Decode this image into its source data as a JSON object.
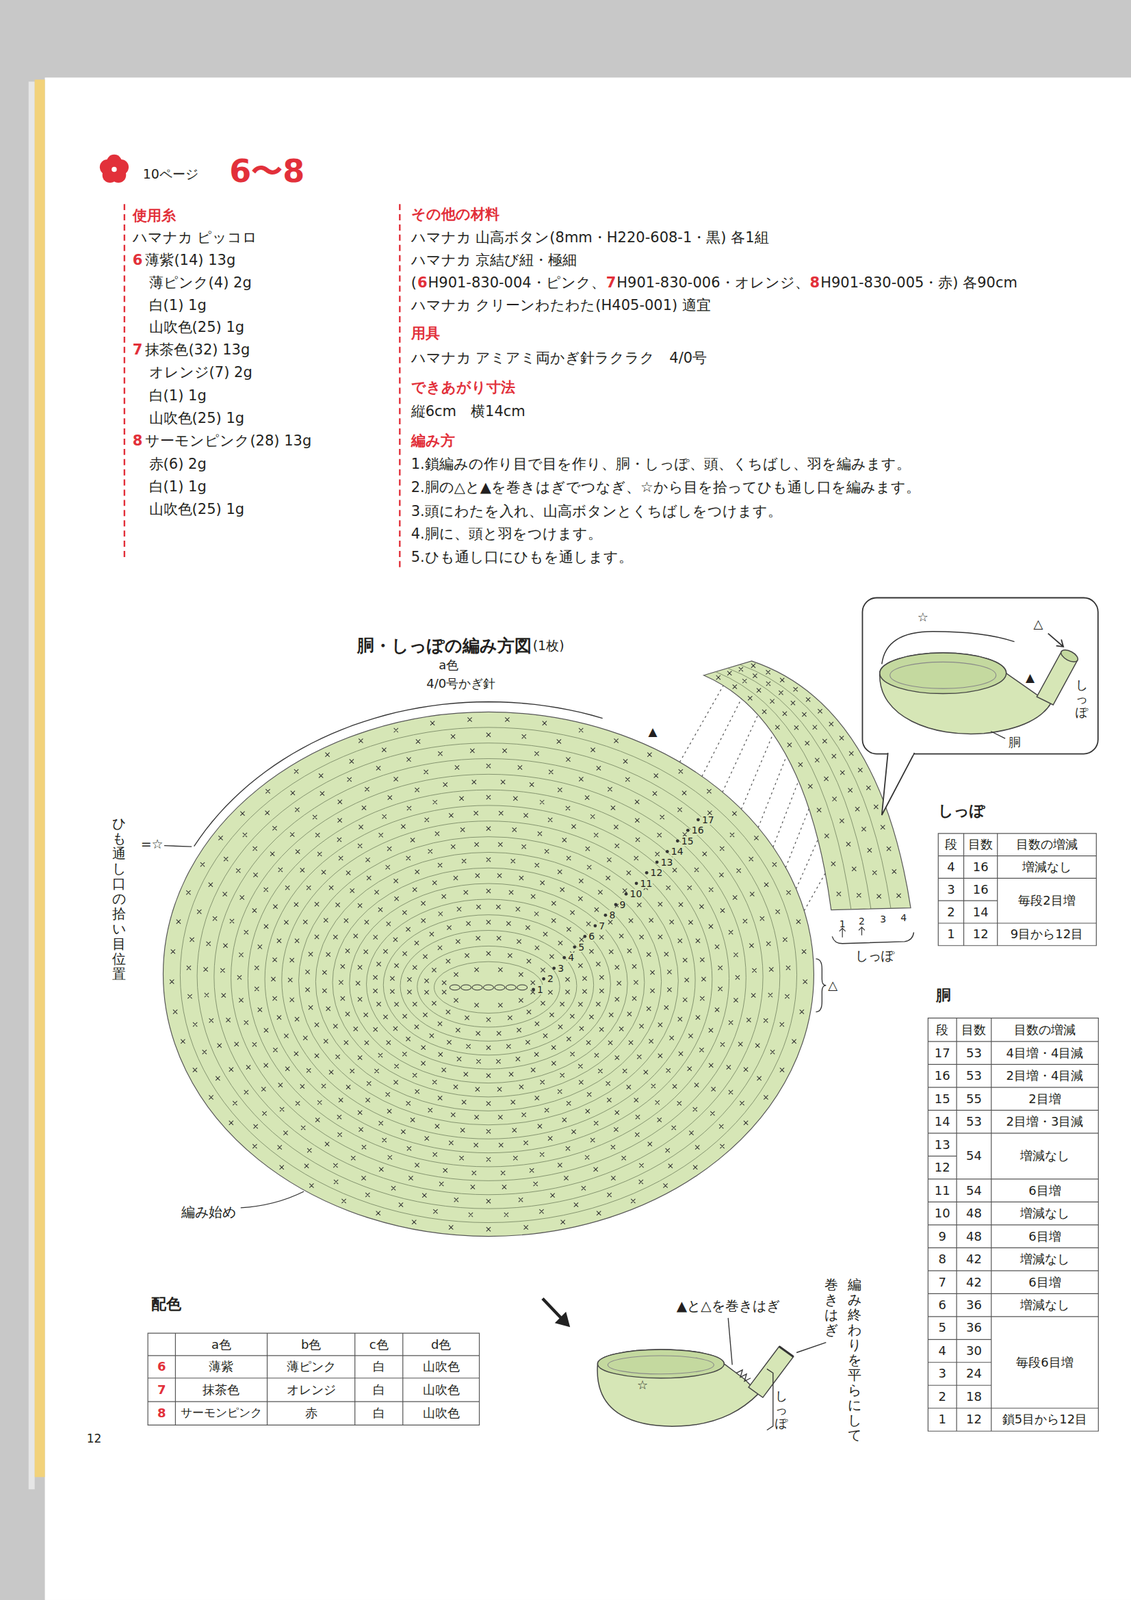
{
  "diagram": {
    "title": "6〜8",
    "nodes": [
      {
        "text": [
          "☆",
          "△",
          "▲",
          "しっぽ",
          "胴"
        ]
      }
    ],
    "labels": [
      "10ページ",
      "使用糸",
      "ハマナカ ピッコロ",
      "6",
      "薄紫(14) 13g",
      "薄ピンク(4) 2g",
      "白(1) 1g",
      "山吹色(25) 1g",
      "7",
      "抹茶色(32) 13g",
      "オレンジ(7) 2g",
      "白(1) 1g",
      "山吹色(25) 1g",
      "8",
      "サーモンピンク(28) 13g",
      "赤(6) 2g",
      "白(1) 1g",
      "山吹色(25) 1g",
      "その他の材料",
      "ハマナカ 山高ボタン(8mm・H220-608-1・黒) 各1組",
      "ハマナカ 京結び紐・極細",
      "(",
      "6",
      "H901-830-004・ピンク、",
      "7",
      "H901-830-006・オレンジ、",
      "8",
      "H901-830-005・赤) 各90cm",
      "ハマナカ クリーンわたわた(H405-001) 適宜",
      "用具",
      "ハマナカ アミアミ両かぎ針ラクラク　4/0号",
      "できあがり寸法",
      "縦6cm　横14cm",
      "編み方",
      "1.鎖編みの作り目で目を作り、胴・しっぽ、頭、くちばし、羽を編みます。",
      "2.胴の△と▲を巻きはぎでつなぎ、☆から目を拾ってひも通し口を編みます。",
      "3.頭にわたを入れ、山高ボタンとくちばしをつけます。",
      "4.胴に、頭と羽をつけます。",
      "5.ひも通し口にひもを通します。",
      "胴・しっぽの編み方図",
      "(1枚)",
      "a色",
      "4/0号かぎ針",
      "1",
      "2",
      "3",
      "4",
      "5",
      "6",
      "7",
      "8",
      "9",
      "10",
      "11",
      "12",
      "13",
      "14",
      "15",
      "16",
      "17",
      "1",
      "2",
      "3",
      "4",
      "しっぽ",
      "▲",
      "△",
      "=☆",
      "ひも通し口の拾い目位置",
      "編み始め",
      "しっぽ",
      "段",
      "目数",
      "目数の増減",
      "4",
      "16",
      "増減なし",
      "3",
      "16",
      "毎段2目増",
      "2",
      "14",
      "1",
      "12",
      "9目から12目",
      "胴",
      "段",
      "目数",
      "目数の増減",
      "17",
      "53",
      "4目増・4目減",
      "16",
      "53",
      "2目増・4目減",
      "15",
      "55",
      "2目増",
      "14",
      "53",
      "2目増・3目減",
      "13",
      "12",
      "54",
      "増減なし",
      "11",
      "54",
      "6目増",
      "10",
      "48",
      "増減なし",
      "9",
      "48",
      "6目増",
      "8",
      "42",
      "増減なし",
      "7",
      "42",
      "6目増",
      "6",
      "36",
      "増減なし",
      "5",
      "36",
      "4",
      "30",
      "3",
      "24",
      "2",
      "18",
      "毎段6目増",
      "1",
      "12",
      "鎖5目から12目",
      "配色",
      "a色",
      "b色",
      "c色",
      "d色",
      "6",
      "薄紫",
      "薄ピンク",
      "白",
      "山吹色",
      "7",
      "抹茶色",
      "オレンジ",
      "白",
      "山吹色",
      "8",
      "サーモンピンク",
      "赤",
      "白",
      "山吹色",
      "▲と△を巻きはぎ",
      "編み終わりを平らにして",
      "巻きはぎ",
      "☆",
      "しっぽ",
      "12"
    ]
  }
}
